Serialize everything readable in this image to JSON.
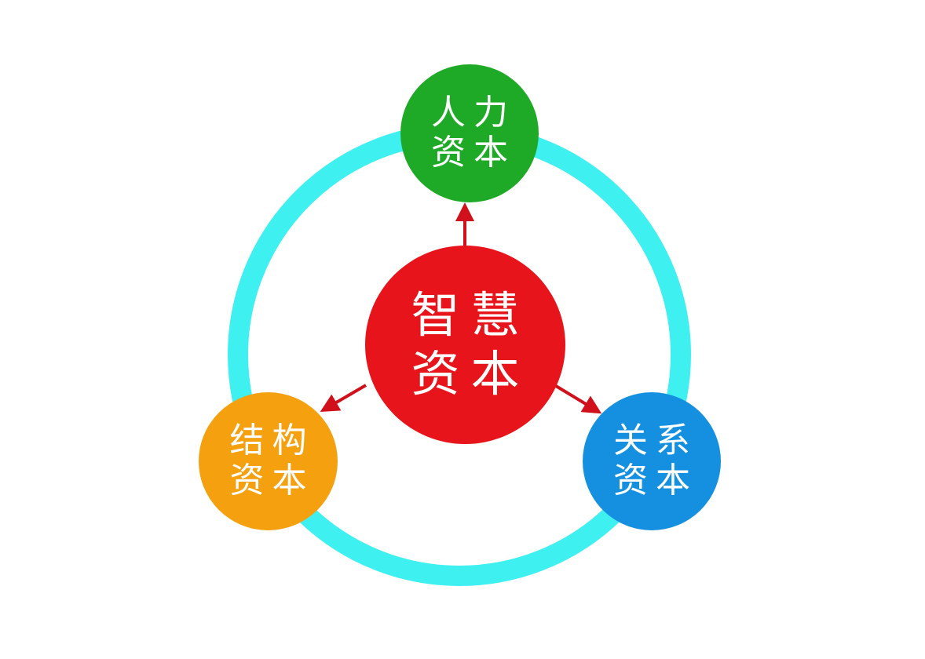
{
  "diagram": {
    "type": "hub-and-spoke cycle",
    "ring_color": "#3ff0f0",
    "arrow_color": "#d0101a",
    "center": {
      "line1": "智慧",
      "line2": "资本",
      "color": "#e8141c"
    },
    "nodes": [
      {
        "id": "human",
        "line1": "人力",
        "line2": "资本",
        "color": "#1eaa26",
        "position": "top"
      },
      {
        "id": "structural",
        "line1": "结构",
        "line2": "资本",
        "color": "#f5a00f",
        "position": "bottom-left"
      },
      {
        "id": "relational",
        "line1": "关系",
        "line2": "资本",
        "color": "#1590e0",
        "position": "bottom-right"
      }
    ],
    "edges": [
      {
        "from": "center",
        "to": "human"
      },
      {
        "from": "center",
        "to": "structural"
      },
      {
        "from": "center",
        "to": "relational"
      }
    ]
  }
}
